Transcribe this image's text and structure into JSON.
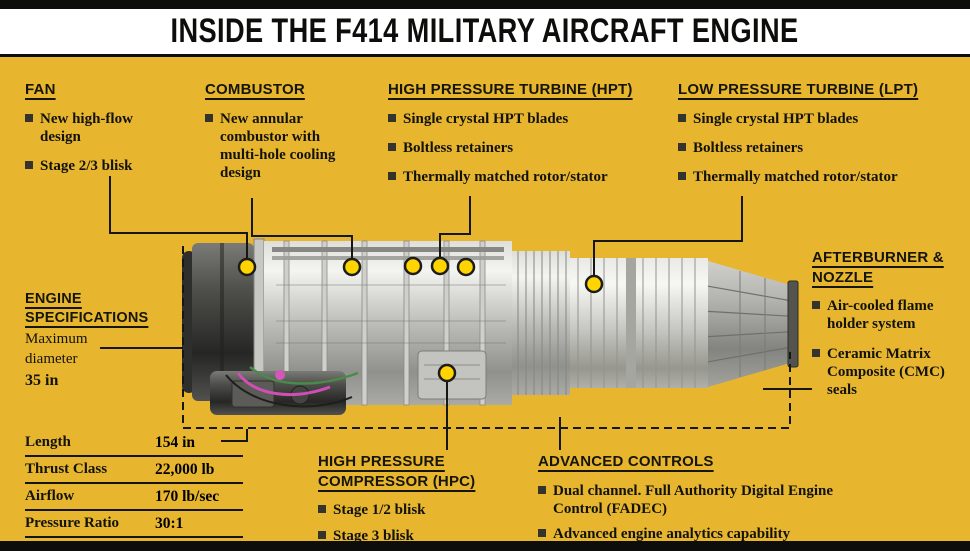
{
  "page": {
    "title": "INSIDE THE F414 MILITARY AIRCRAFT ENGINE"
  },
  "colors": {
    "background": "#E8B62E",
    "callout_dot": "#FFD400",
    "line": "#161612",
    "title_band": "#FFFFFF",
    "text": "#12120E"
  },
  "callouts": {
    "fan": {
      "heading": "FAN",
      "items": [
        "New high-flow design",
        "Stage 2/3 blisk"
      ]
    },
    "combustor": {
      "heading": "COMBUSTOR",
      "items": [
        "New annular combustor with multi-hole cooling design"
      ]
    },
    "hpt": {
      "heading": "HIGH PRESSURE TURBINE (HPT)",
      "items": [
        "Single crystal HPT blades",
        "Boltless retainers",
        "Thermally matched rotor/stator"
      ]
    },
    "lpt": {
      "heading": "LOW PRESSURE TURBINE (LPT)",
      "items": [
        "Single crystal HPT blades",
        "Boltless retainers",
        "Thermally matched rotor/stator"
      ]
    },
    "afterburner": {
      "heading": "AFTERBURNER & NOZZLE",
      "items": [
        "Air-cooled flame holder system",
        "Ceramic Matrix Composite (CMC) seals"
      ]
    },
    "hpc": {
      "heading": "HIGH PRESSURE COMPRESSOR (HPC)",
      "items": [
        "Stage 1/2 blisk",
        "Stage 3 blisk"
      ]
    },
    "advanced_controls": {
      "heading": "ADVANCED CONTROLS",
      "items": [
        "Dual channel. Full Authority Digital Engine Control (FADEC)",
        "Advanced engine analytics capability"
      ]
    }
  },
  "specs": {
    "heading": "ENGINE SPECIFICATIONS",
    "max_diameter": {
      "label": "Maximum diameter",
      "value": "35 in"
    },
    "rows": [
      {
        "label": "Length",
        "value": "154 in"
      },
      {
        "label": "Thrust Class",
        "value": "22,000 lb"
      },
      {
        "label": "Airflow",
        "value": "170 lb/sec"
      },
      {
        "label": "Pressure Ratio",
        "value": "30:1"
      }
    ]
  }
}
